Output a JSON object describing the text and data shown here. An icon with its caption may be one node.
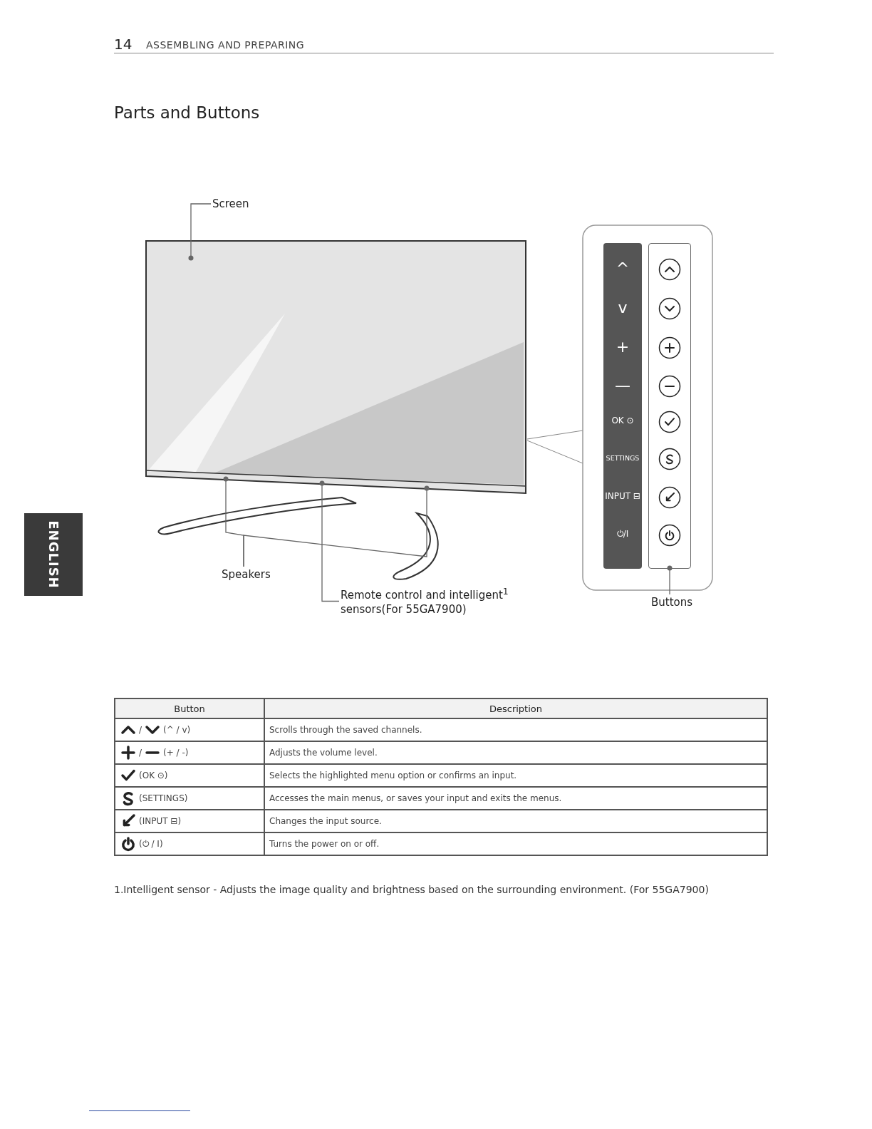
{
  "diagram": {
    "title": "Parts and Buttons",
    "nodes": [
      {
        "text": [
          "Screen"
        ]
      },
      {
        "text": [],
        "shape": "box"
      },
      {
        "text": [
          "Speakers"
        ]
      },
      {
        "text": [
          "Remote control and intelligent$^{1}$ sensors(For 55GA7900)"
        ]
      },
      {
        "text": [
          "Buttons"
        ]
      },
      {
        "text": [],
        "shape": "box"
      }
    ],
    "edges": [
      {
        "from": 0,
        "to": 1,
        "arrow": "other"
      },
      {
        "from": 2,
        "to": 1,
        "arrow": "other"
      },
      {
        "from": 2,
        "to": 1,
        "arrow": "other"
      },
      {
        "from": 3,
        "to": 1,
        "arrow": "other"
      },
      {
        "from": 4,
        "to": 5,
        "arrow": "other"
      }
    ],
    "labels": [
      "14",
      "ASSEMBLING AND PREPARING",
      "ENGLISH",
      "^",
      "v",
      "+",
      "—",
      "OK ⊙",
      "SETTINGS",
      "INPUT ⊟",
      "⏻/I",
      "Button",
      "Description",
      "/",
      "(^ / v)",
      "Scrolls through the saved channels.",
      "/",
      "(+ / -)",
      "Adjusts the volume level.",
      "(OK ⊙)",
      "Selects the highlighted menu option or confirms an input.",
      "(SETTINGS)",
      "Accesses the main menus, or saves your input and exits the menus.",
      "(INPUT ⊟)",
      "Changes the input source.",
      "(⏻ / I)",
      "Turns the power on or off.",
      "1.Intelligent sensor - Adjusts the image quality and brightness based on the surrounding environment. (For 55GA7900)"
    ]
  }
}
